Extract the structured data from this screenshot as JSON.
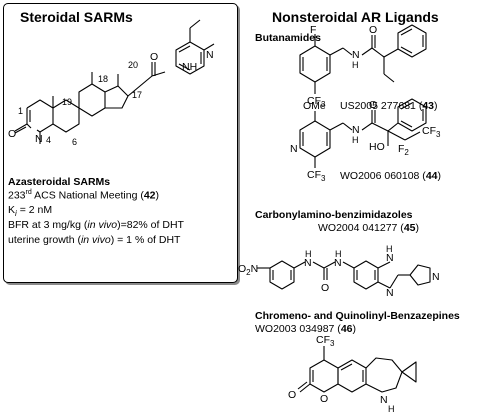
{
  "left_panel": {
    "title": "Steroidal SARMs",
    "atoms": {
      "N": "N",
      "NH": "NH",
      "O": "O",
      "N_ring": "N",
      "n20": "20",
      "n18": "18",
      "n17": "17",
      "n19": "19",
      "n1": "1",
      "n4": "4",
      "n6": "6"
    },
    "subtitle": "Azasteroidal SARMs",
    "meeting_pre": "233",
    "meeting_sup": "rd",
    "meeting_post": " ACS National Meeting (",
    "meeting_ref": "42",
    "meeting_close": ")",
    "ki_pre": "K",
    "ki_sub": "i",
    "ki_post": " = 2 nM",
    "bfr_pre": "BFR at 3 mg/kg (",
    "bfr_italic": "in vivo",
    "bfr_post": ")=82% of DHT",
    "ut_pre": "uterine growth (",
    "ut_italic": "in vivo",
    "ut_post": ") = 1 % of DHT"
  },
  "right_panel": {
    "title": "Nonsteroidal AR Ligands",
    "butanamides": {
      "label": "Butanamides",
      "c43": {
        "atoms": {
          "F": "F",
          "NH": "N",
          "H": "H",
          "O": "O",
          "CF3": "CF",
          "CF3_sub": "3"
        },
        "ref_pre": "US2005 277681 (",
        "ref": "43",
        "ref_post": ")"
      },
      "c44": {
        "atoms": {
          "OMe": "OMe",
          "N": "N",
          "NH": "N",
          "H": "H",
          "HO": "HO",
          "O": "O",
          "CF3a": "CF",
          "CF3a_sub": "3",
          "F2": "F",
          "F2_sub": "2",
          "CF3b": "CF",
          "CF3b_sub": "3"
        },
        "ref_pre": "WO2006 060108 (",
        "ref": "44",
        "ref_post": ")"
      }
    },
    "carbonylamino": {
      "label": "Carbonylamino-benzimidazoles",
      "ref_pre": "WO2004 041277 (",
      "ref": "45",
      "ref_post": ")",
      "atoms": {
        "O2N": "O",
        "O2N_sub": "2",
        "O2N_N": "N",
        "H1": "H",
        "N1": "N",
        "H2": "H",
        "N2": "N",
        "O": "O",
        "NH_bz": "H",
        "N_bz": "N",
        "N_bz2": "N",
        "N_pyr": "N"
      }
    },
    "chromeno": {
      "label": "Chromeno- and Quinolinyl-Benzazepines",
      "ref_pre": "WO2003 034987 (",
      "ref": "46",
      "ref_post": ")",
      "atoms": {
        "CF3": "CF",
        "CF3_sub": "3",
        "O_carbonyl": "O",
        "O_ring": "O",
        "NH": "N",
        "H": "H"
      }
    }
  }
}
